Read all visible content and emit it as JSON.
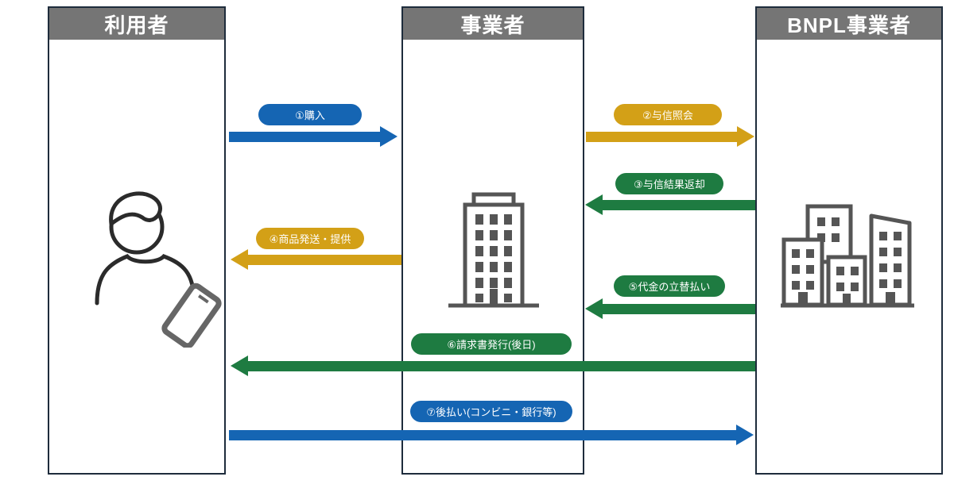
{
  "diagram": {
    "type": "flow",
    "columns": [
      {
        "id": "user",
        "label": "利用者",
        "icon": "user-with-smartphone-icon"
      },
      {
        "id": "merchant",
        "label": "事業者",
        "icon": "office-building-icon"
      },
      {
        "id": "bnpl",
        "label": "BNPL事業者",
        "icon": "bnpl-buildings-icon"
      }
    ],
    "flows": [
      {
        "step": "①",
        "label": "①購入",
        "from": "利用者",
        "to": "事業者",
        "direction": "right",
        "color": "#1565b3"
      },
      {
        "step": "②",
        "label": "②与信照会",
        "from": "事業者",
        "to": "BNPL事業者",
        "direction": "right",
        "color": "#d3a017"
      },
      {
        "step": "③",
        "label": "③与信結果返却",
        "from": "BNPL事業者",
        "to": "事業者",
        "direction": "left",
        "color": "#1e7b41"
      },
      {
        "step": "④",
        "label": "④商品発送・提供",
        "from": "事業者",
        "to": "利用者",
        "direction": "left",
        "color": "#d3a017"
      },
      {
        "step": "⑤",
        "label": "⑤代金の立替払い",
        "from": "BNPL事業者",
        "to": "事業者",
        "direction": "left",
        "color": "#1e7b41"
      },
      {
        "step": "⑥",
        "label": "⑥請求書発行(後日)",
        "from": "BNPL事業者",
        "to": "利用者",
        "direction": "left",
        "color": "#1e7b41"
      },
      {
        "step": "⑦",
        "label": "⑦後払い(コンビニ・銀行等)",
        "from": "利用者",
        "to": "BNPL事業者",
        "direction": "right",
        "color": "#1565b3"
      }
    ],
    "colors": {
      "blue": "#1565b3",
      "gold": "#d3a017",
      "green": "#1e7b41",
      "header_bg": "#757575",
      "header_text": "#ffffff",
      "box_border": "#1e2c3c",
      "icon_gray": "#555555"
    }
  }
}
